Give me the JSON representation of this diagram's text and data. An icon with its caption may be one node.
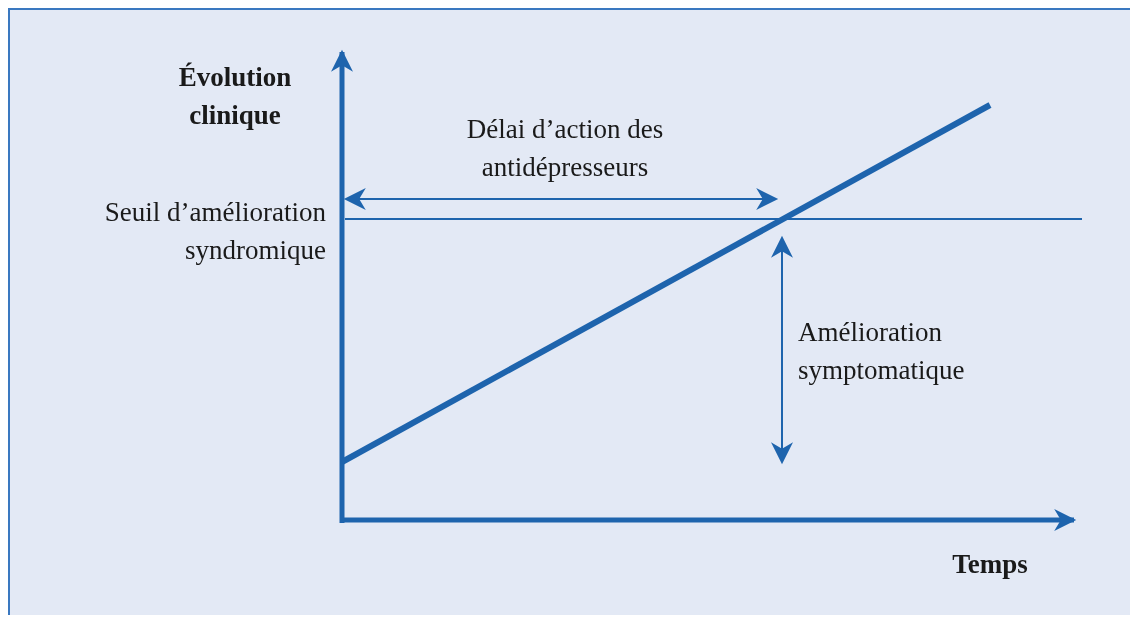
{
  "diagram": {
    "labels": [
      "Évolution clinique",
      "Délai d’action des antidépresseurs",
      "Seuil d’amélioration syndromique",
      "Amélioration symptomatique",
      "Temps"
    ]
  }
}
